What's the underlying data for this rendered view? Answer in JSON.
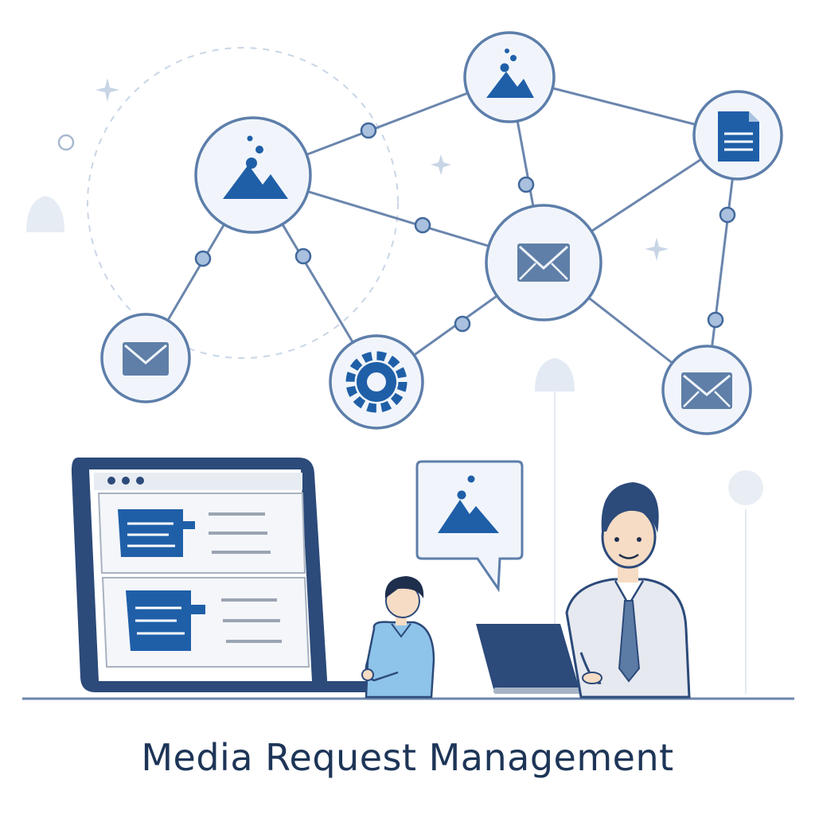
{
  "caption": "Media Request Management",
  "colors": {
    "primary": "#1f5fa8",
    "navy": "#2c4a7a",
    "line": "#6b86ad",
    "node_fill": "#f1f5fb",
    "muted": "#d9e1ec",
    "skin": "#f6dcc4"
  },
  "network": {
    "nodes": [
      {
        "id": "image-large",
        "icon": "image-icon"
      },
      {
        "id": "image-top",
        "icon": "image-icon"
      },
      {
        "id": "document",
        "icon": "document-icon"
      },
      {
        "id": "mail-center",
        "icon": "mail-icon"
      },
      {
        "id": "mail-left",
        "icon": "mail-icon"
      },
      {
        "id": "settings",
        "icon": "gear-icon"
      },
      {
        "id": "mail-right",
        "icon": "mail-icon"
      }
    ]
  },
  "scene": {
    "monitor": {
      "window_icons": [
        "dot-icon",
        "dot-icon",
        "dot-icon"
      ],
      "rows": 2
    },
    "speech_bubble": {
      "icon": "image-icon"
    },
    "people": [
      "person-standing",
      "person-at-laptop"
    ]
  }
}
